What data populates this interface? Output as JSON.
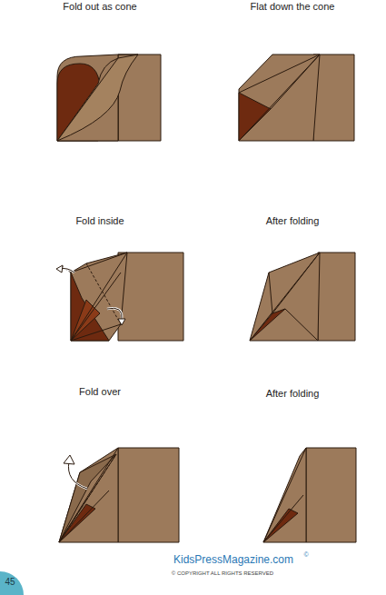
{
  "diagram": {
    "labels": [
      "Fold out as cone",
      "Flat down the cone",
      "Fold inside",
      "After folding",
      "Fold over",
      "After folding",
      "KidsPressMagazine.com",
      "©",
      "© COPYRIGHT ALL RIGHTS RESERVED",
      "45"
    ]
  }
}
